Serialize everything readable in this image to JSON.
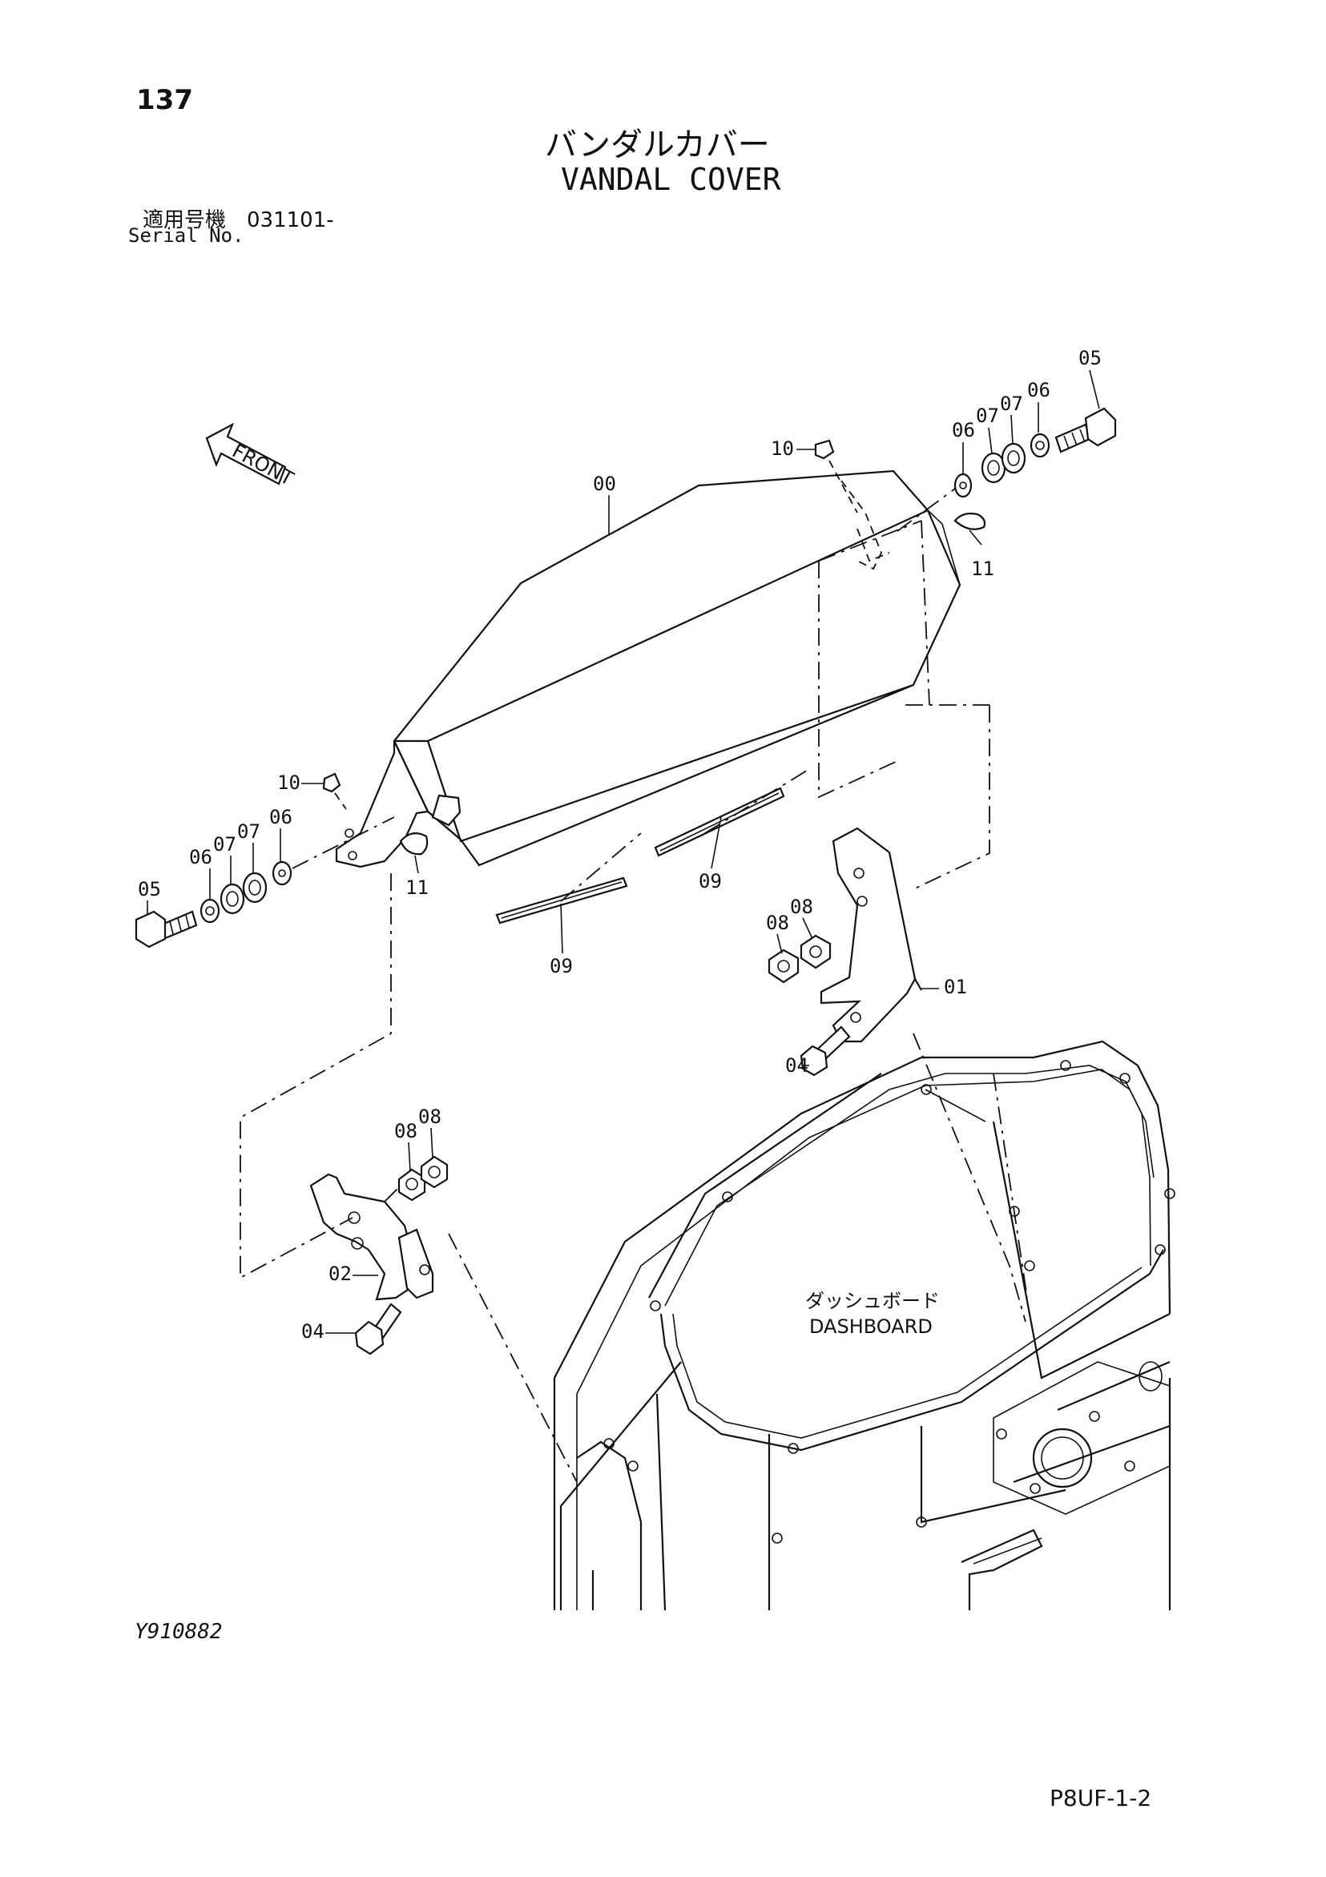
{
  "header": {
    "page_number": "137",
    "title_jp": "バンダルカバー",
    "title_en": "VANDAL COVER",
    "serial_label_jp": "適用号機　031101-",
    "serial_label_en": "Serial No."
  },
  "diagram": {
    "front_arrow_label": "FRONT",
    "dashboard_label_jp": "ダッシュボード",
    "dashboard_label_en": "DASHBOARD",
    "callouts": [
      "00",
      "01",
      "02",
      "04",
      "04",
      "05",
      "05",
      "06",
      "06",
      "06",
      "06",
      "07",
      "07",
      "07",
      "07",
      "08",
      "08",
      "08",
      "08",
      "09",
      "09",
      "10",
      "10",
      "11",
      "11"
    ]
  },
  "footer": {
    "drawing_number": "Y910882",
    "page_code": "P8UF-1-2"
  }
}
